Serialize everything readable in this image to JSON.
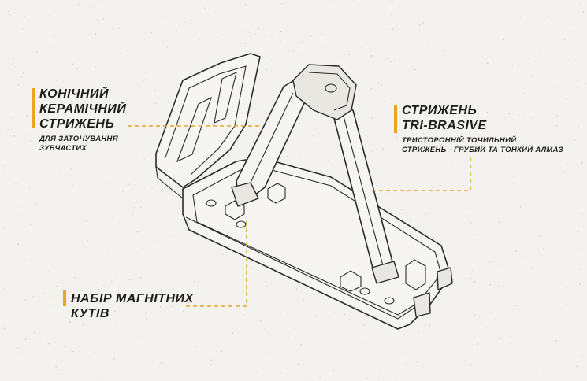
{
  "callouts": {
    "ceramic": {
      "title_lines": [
        "Конічний",
        "керамічний",
        "стрижень"
      ],
      "subtitle_lines": [
        "для заточування",
        "зубчастих"
      ]
    },
    "tribrasive": {
      "title_lines": [
        "Стрижень",
        "TRI-BRASIVE"
      ],
      "subtitle_lines": [
        "Тристоронній точильний",
        "стрижень - грубий та тонкий алмаз"
      ]
    },
    "angles": {
      "title_lines": [
        "Набір магнітних кутів"
      ]
    }
  },
  "colors": {
    "accent": "#e8a526",
    "ink": "#1c1c1c",
    "background": "#f4f2ee"
  }
}
